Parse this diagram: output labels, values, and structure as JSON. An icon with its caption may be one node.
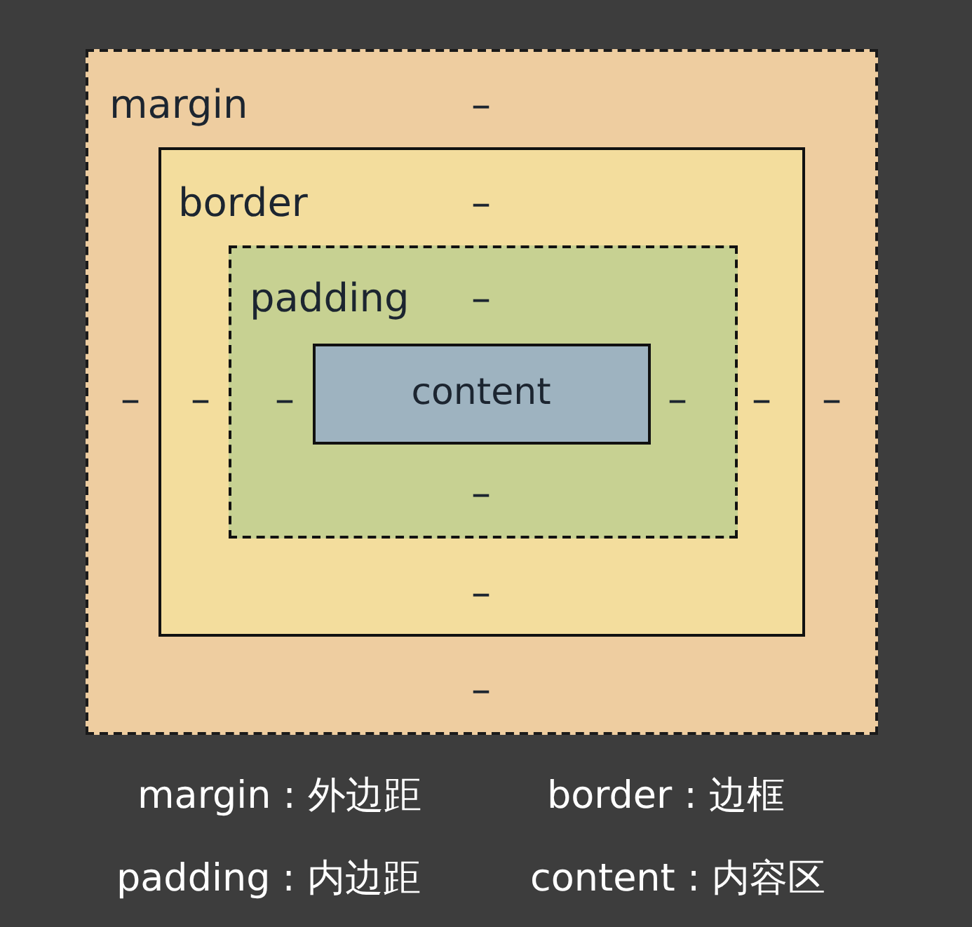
{
  "diagram": {
    "nodes": [
      {
        "text": [
          "margin",
          "–",
          "–",
          "–",
          "–"
        ]
      },
      {
        "text": [
          "border",
          "–",
          "–",
          "–",
          "–"
        ],
        "in": 0
      },
      {
        "text": [
          "padding",
          "–",
          "–",
          "–",
          "–"
        ],
        "in": 1
      },
      {
        "text": [
          "content"
        ],
        "in": 2
      }
    ],
    "labels": [
      "margin : 外边距",
      "border : 边框",
      "padding : 内边距",
      "content : 内容区"
    ]
  }
}
